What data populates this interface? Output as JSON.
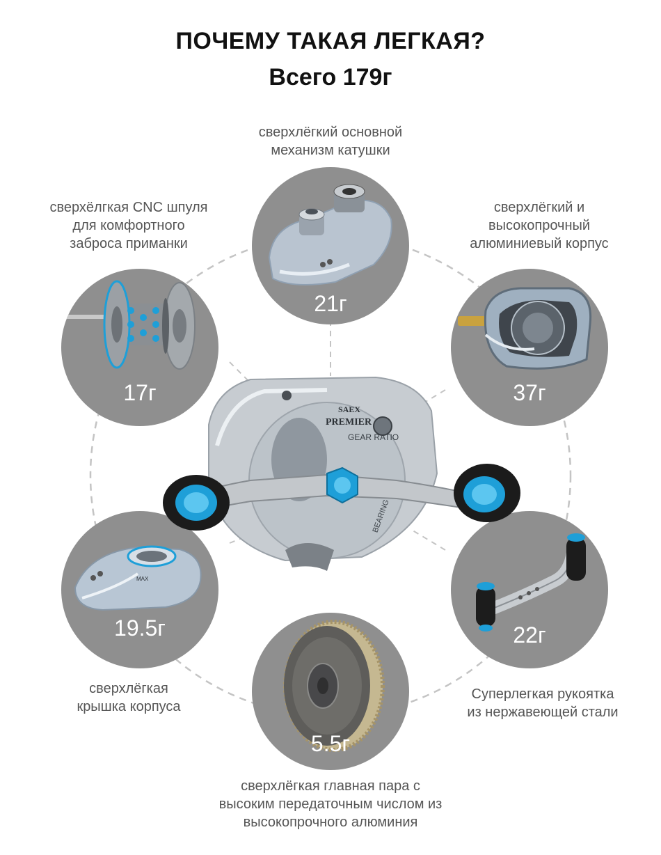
{
  "header": {
    "title": "ПОЧЕМУ ТАКАЯ ЛЕГКАЯ?",
    "subtitle": "Всего 179г"
  },
  "parts": [
    {
      "id": "main-mechanism",
      "caption": "сверхлёгкий основной\nмеханизм катушки",
      "weight": "21г"
    },
    {
      "id": "cnc-spool",
      "caption": "сверхёлгкая CNC шпуля\nдля комфортного\nзаброса приманки",
      "weight": "17г"
    },
    {
      "id": "aluminum-body",
      "caption": "сверхлёгкий и\nвысокопрочный\nалюминиевый корпус",
      "weight": "37г"
    },
    {
      "id": "body-cover",
      "caption": "сверхлёгкая\nкрышка корпуса",
      "weight": "19.5г"
    },
    {
      "id": "steel-handle",
      "caption": "Суперлегкая рукоятка\nиз нержавеющей стали",
      "weight": "22г"
    },
    {
      "id": "main-gear",
      "caption": "сверхлёгкая главная пара с\nвысоким передаточным числом из\nвысокопрочного алюминия",
      "weight": "5.5г"
    }
  ],
  "reel_labels": {
    "brand": "SAEX",
    "model": "PREMIER",
    "gear_text": "GEAR RATIO",
    "bearing_text": "BEARING"
  },
  "cover_label": "MAX",
  "colors": {
    "circle_bg": "#8f8f8f",
    "accent_blue": "#1e9fd8",
    "dash": "#bdbdbd"
  }
}
